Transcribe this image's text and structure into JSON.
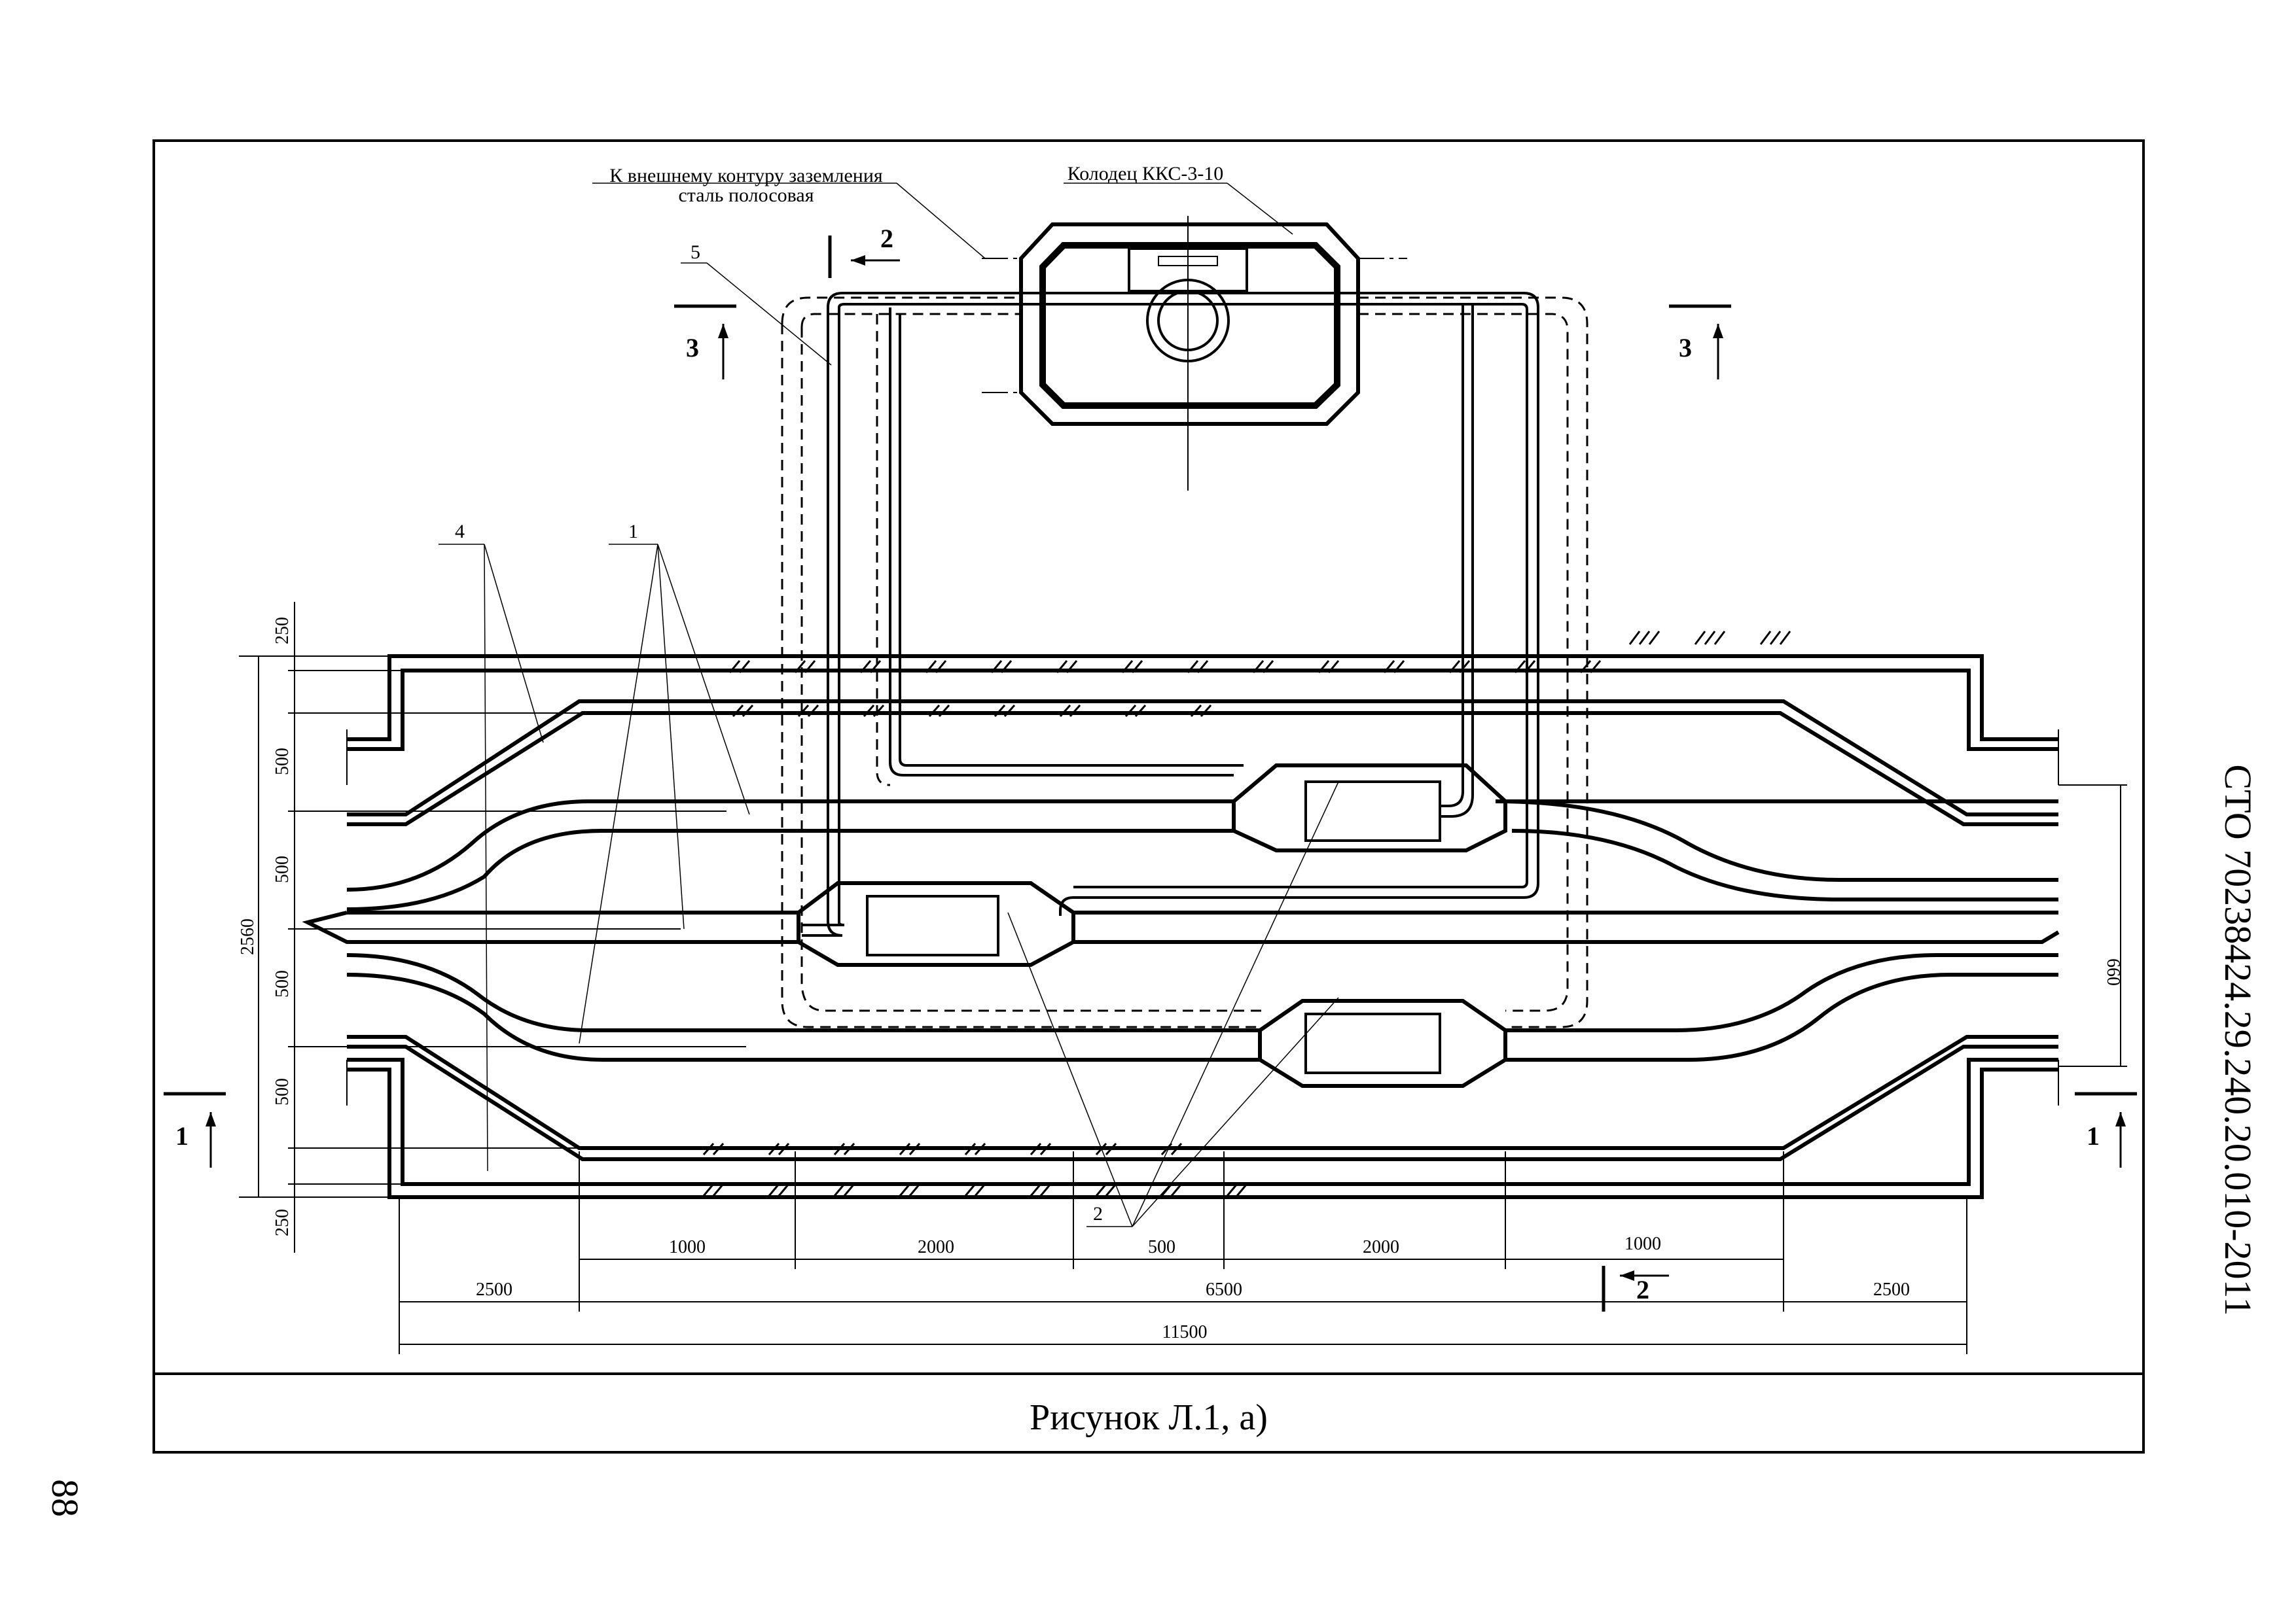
{
  "drawing": {
    "label_ground": "К внешнему контуру заземления",
    "label_ground_2": "сталь полосовая",
    "label_well": "Колодец ККС-3-10",
    "callout_1": "1",
    "callout_2": "2",
    "callout_4": "4",
    "callout_5": "5"
  },
  "sections": {
    "s1_left": "1",
    "s1_right": "1",
    "s2_top": "2",
    "s2_bottom": "2",
    "s3_left": "3",
    "s3_right": "3"
  },
  "dimensions": {
    "v_250_top": "250",
    "v_500_1": "500",
    "v_500_2": "500",
    "v_500_3": "500",
    "v_500_4": "500",
    "v_250_bottom": "250",
    "v_total": "2560",
    "v_right": "660",
    "h_1000_left": "1000",
    "h_2000_left": "2000",
    "h_500": "500",
    "h_2000_right": "2000",
    "h_1000_right": "1000",
    "h_2500_left": "2500",
    "h_6500": "6500",
    "h_2500_right": "2500",
    "h_total": "11500"
  },
  "caption": "Рисунок Л.1, а)",
  "doc_code": "СТО 70238424.29.240.20.010-2011",
  "page_number": "88"
}
